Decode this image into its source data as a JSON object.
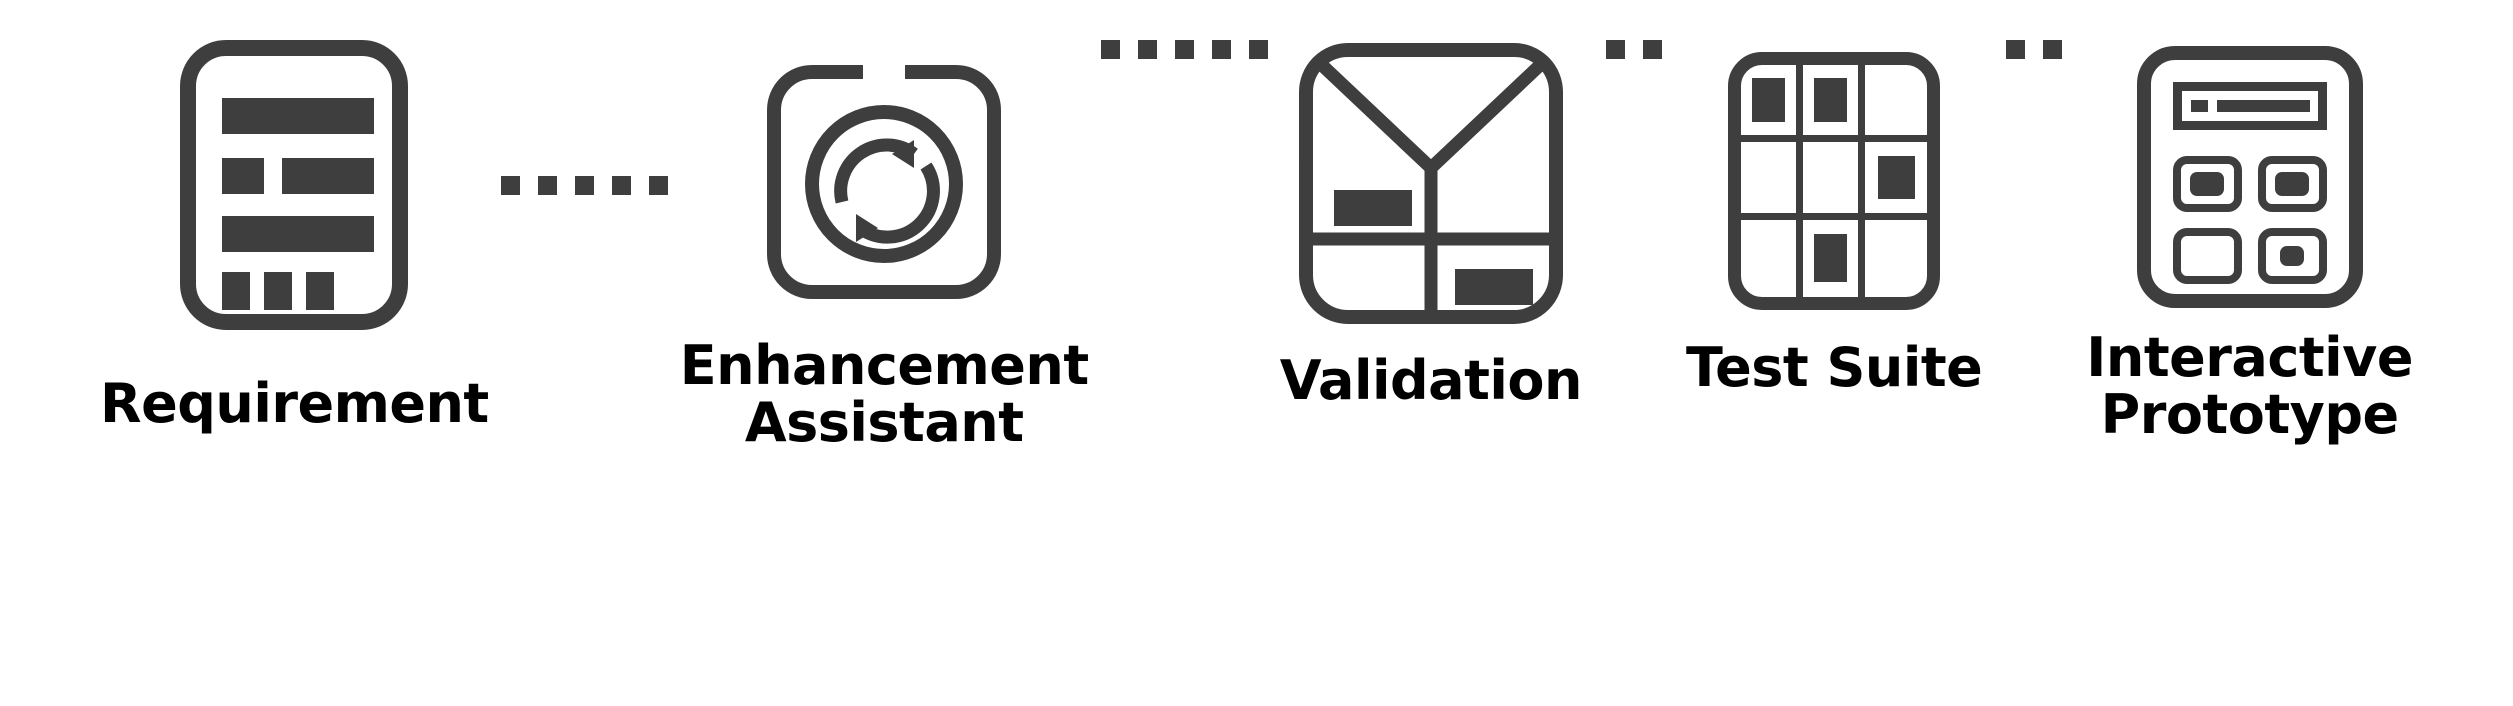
{
  "diagram": {
    "type": "pipeline-flow",
    "orientation": "horizontal",
    "background_color": "#ffffff",
    "stroke_color": "#3e3e3e",
    "label_color": "#000000",
    "stages": [
      {
        "id": "requirement",
        "label": "Requirement",
        "icon": "document-lines-icon",
        "icon_description": "rounded document with text bars"
      },
      {
        "id": "enhancement-assistant",
        "label": "Enhancement\nAssistant",
        "icon": "sync-refresh-icon",
        "icon_description": "notched rounded frame with circular refresh arrows"
      },
      {
        "id": "validation",
        "label": "Validation",
        "icon": "layout-split-icon",
        "icon_description": "rounded frame with Y divider and content blocks"
      },
      {
        "id": "test-suite",
        "label": "Test Suite",
        "icon": "grid-3x3-icon",
        "icon_description": "three by three grid with filled cells"
      },
      {
        "id": "interactive-prototype",
        "label": "Interactive\nPrototype",
        "icon": "app-screen-icon",
        "icon_description": "device screen with header bar and four tiles"
      }
    ],
    "connectors": [
      {
        "from": "requirement",
        "to": "enhancement-assistant",
        "style": "dotted",
        "dots": 5
      },
      {
        "from": "enhancement-assistant",
        "to": "validation",
        "style": "dotted",
        "dots": 5
      },
      {
        "from": "validation",
        "to": "test-suite",
        "style": "dotted",
        "dots": 2
      },
      {
        "from": "test-suite",
        "to": "interactive-prototype",
        "style": "dotted",
        "dots": 2
      }
    ]
  },
  "icons": {
    "test_suite_grid": [
      [
        true,
        true,
        false
      ],
      [
        false,
        false,
        true
      ],
      [
        false,
        true,
        false
      ]
    ],
    "prototype_tiles": [
      "big",
      "big",
      "empty",
      "small"
    ]
  }
}
